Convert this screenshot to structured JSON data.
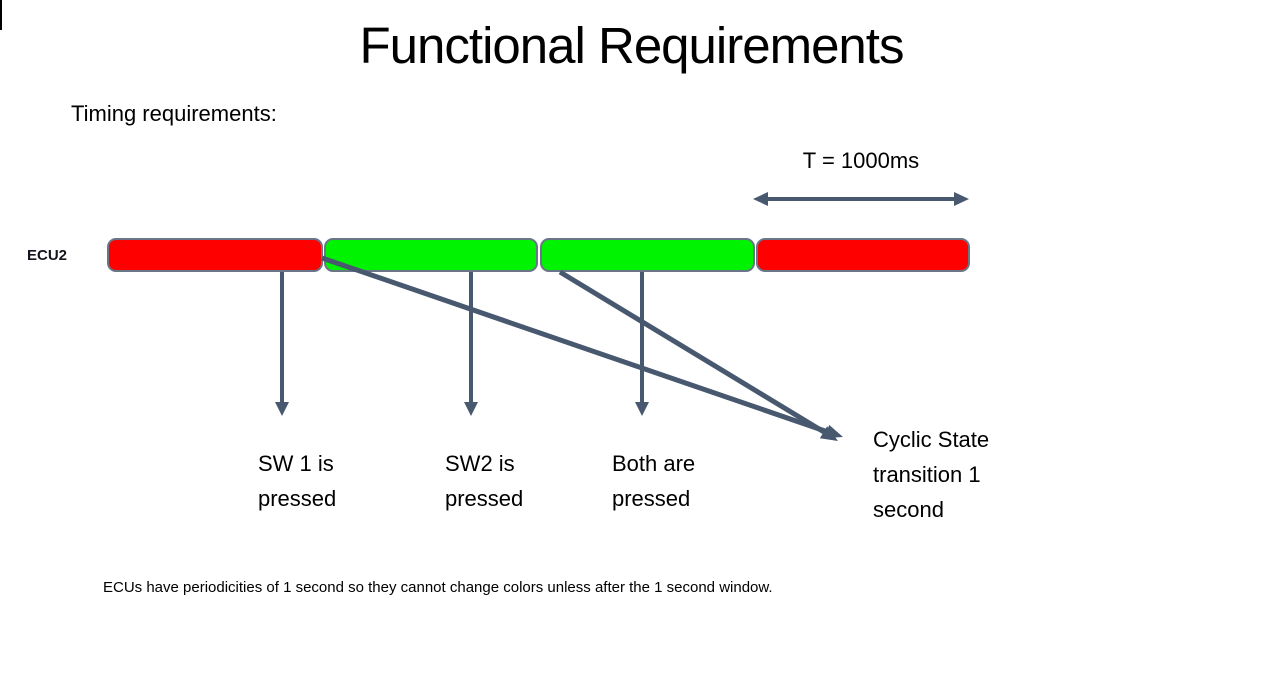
{
  "slide": {
    "title": "Functional Requirements",
    "section_label": "Timing requirements:",
    "footnote": "ECUs have periodicities of 1 second so they cannot change colors unless after the 1 second window."
  },
  "timing": {
    "period_label": "T = 1000ms",
    "row_label": "ECU2",
    "segment_border_color": "#6a7587",
    "segments": [
      {
        "color_name": "red",
        "color": "#ff0000"
      },
      {
        "color_name": "green",
        "color": "#00f300"
      },
      {
        "color_name": "green",
        "color": "#00f300"
      },
      {
        "color_name": "red",
        "color": "#ff0000"
      }
    ]
  },
  "annotations": {
    "arrow_color": "#47586f",
    "event_labels": [
      {
        "lines": [
          "SW 1 is",
          "pressed",
          ""
        ]
      },
      {
        "lines": [
          "SW2 is",
          "pressed",
          ""
        ]
      },
      {
        "lines": [
          "Both are",
          "pressed",
          ""
        ]
      },
      {
        "lines": [
          "Cyclic State",
          "transition 1",
          "second"
        ]
      }
    ]
  }
}
